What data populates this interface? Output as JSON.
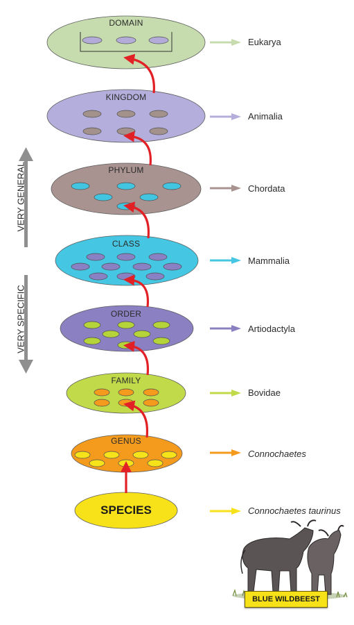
{
  "ranks": [
    {
      "key": "domain",
      "label": "DOMAIN",
      "taxon": "Eukarya",
      "italic": false,
      "color": "#c6dcae",
      "dot": "#b4acd8"
    },
    {
      "key": "kingdom",
      "label": "KINGDOM",
      "taxon": "Animalia",
      "italic": false,
      "color": "#b3aedb",
      "dot": "#a3928b"
    },
    {
      "key": "phylum",
      "label": "PHYLUM",
      "taxon": "Chordata",
      "italic": false,
      "color": "#a99390",
      "dot": "#41c5e0"
    },
    {
      "key": "class",
      "label": "CLASS",
      "taxon": "Mammalia",
      "italic": false,
      "color": "#45c6e2",
      "dot": "#8a80c4"
    },
    {
      "key": "order",
      "label": "ORDER",
      "taxon": "Artiodactyla",
      "italic": false,
      "color": "#8a80c2",
      "dot": "#b5d43a"
    },
    {
      "key": "family",
      "label": "FAMILY",
      "taxon": "Bovidae",
      "italic": false,
      "color": "#c0da4a",
      "dot": "#f49a1c"
    },
    {
      "key": "genus",
      "label": "GENUS",
      "taxon": "Connochaetes",
      "italic": true,
      "color": "#f49b1d",
      "dot": "#f7e31a"
    },
    {
      "key": "species",
      "label": "SPECIES",
      "taxon": "Connochaetes taurinus",
      "italic": true,
      "color": "#f7e21a",
      "dot": ""
    }
  ],
  "side": {
    "general": "VERY GENERAL",
    "specific": "VERY SPECIFIC"
  },
  "badge": "BLUE WILDBEEST",
  "colors": {
    "arrow_red": "#e22127",
    "side_arrow": "#8f8f8f"
  }
}
